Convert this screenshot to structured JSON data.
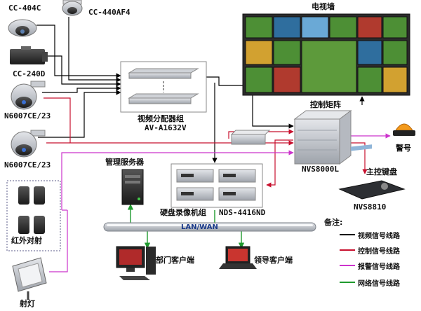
{
  "devices": {
    "cam_cc404c": "CC-404C",
    "cam_cc440af4": "CC-440AF4",
    "cam_cc240d": "CC-240D",
    "cam_n6007_1": "N6007CE/23",
    "cam_n6007_2": "N6007CE/23",
    "distributor_name": "视频分配器组",
    "distributor_model": "AV-A1632V",
    "video_wall": "电视墙",
    "matrix_name": "控制矩阵",
    "matrix_model": "NVS8000L",
    "alarm": "警号",
    "keyboard_name": "主控键盘",
    "keyboard_model": "NVS8810",
    "mgmt_server": "管理服务器",
    "dvr_group": "硬盘录像机组",
    "dvr_model": "NDS-4416ND",
    "network": "LAN/WAN",
    "infrared": "红外对射",
    "spotlight": "射灯",
    "dept_client": "部门客户端",
    "leader_client": "领导客户端"
  },
  "legend": {
    "title": "备注:",
    "items": [
      {
        "label": "视频信号线路",
        "color": "#000000"
      },
      {
        "label": "控制信号线路",
        "color": "#c8102e"
      },
      {
        "label": "报警信号线路",
        "color": "#cc33cc"
      },
      {
        "label": "网络信号线路",
        "color": "#1f9a2e"
      }
    ]
  }
}
